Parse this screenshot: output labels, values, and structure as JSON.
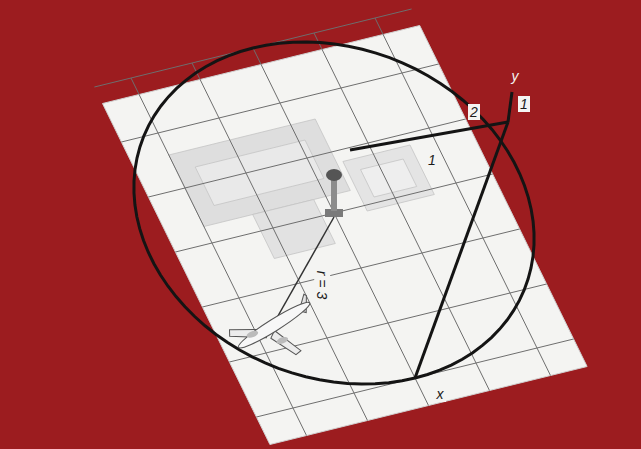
{
  "diagram": {
    "labels": [
      "y",
      "1",
      "2",
      "1",
      "r = 3",
      "x"
    ]
  }
}
